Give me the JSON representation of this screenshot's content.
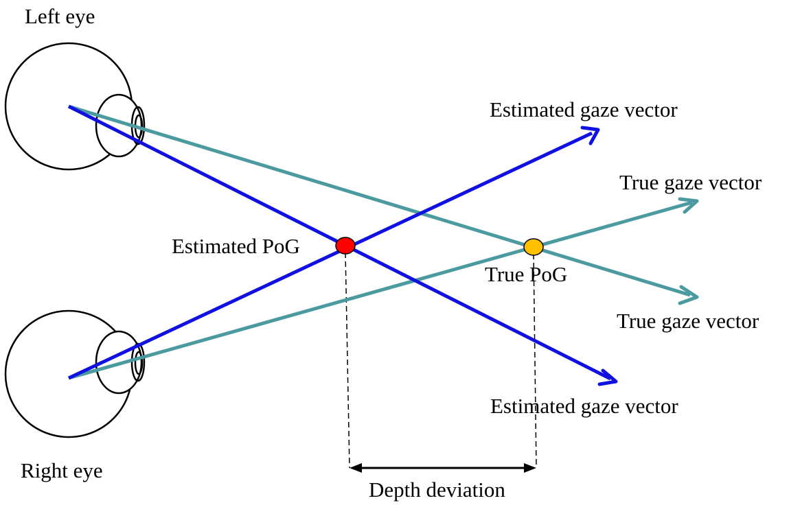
{
  "labels": {
    "left_eye": "Left eye",
    "right_eye": "Right eye",
    "estimated_gaze_vector_top": "Estimated gaze vector",
    "estimated_gaze_vector_bottom": "Estimated gaze vector",
    "true_gaze_vector_top": "True gaze vector",
    "true_gaze_vector_bottom": "True gaze vector",
    "estimated_pog": "Estimated PoG",
    "true_pog": "True PoG",
    "depth_deviation": "Depth deviation"
  },
  "colors": {
    "estimated_vector": "#1010e0",
    "true_vector": "#4a9aa0",
    "estimated_pog": "#ff0000",
    "true_pog": "#ffc000",
    "outline": "#000000"
  }
}
